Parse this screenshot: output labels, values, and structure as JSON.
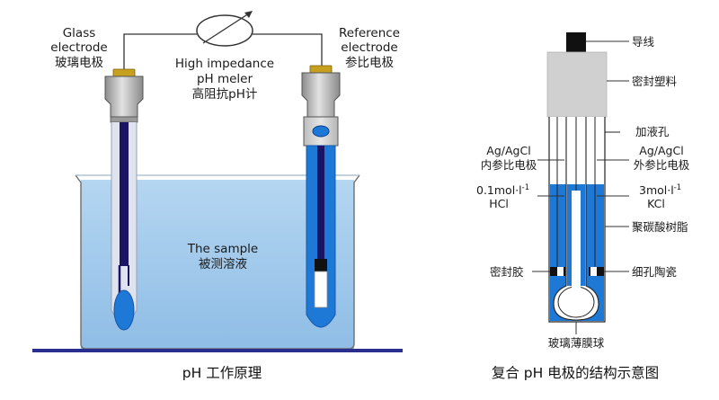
{
  "left": {
    "glass_label_en_1": "Glass",
    "glass_label_en_2": "electrode",
    "glass_label_zh": "玻璃电极",
    "meter_label_en_1": "High impedance",
    "meter_label_en_2": "pH meler",
    "meter_label_zh": "高阻抗pH计",
    "ref_label_en_1": "Reference",
    "ref_label_en_2": "electrode",
    "ref_label_zh": "参比电极",
    "sample_label_en": "The sample",
    "sample_label_zh": "被测溶液",
    "caption": "pH 工作原理"
  },
  "right": {
    "lead": "导线",
    "seal_plastic": "密封塑料",
    "fill_hole": "加液孔",
    "inner_ref_1": "Ag/AgCl",
    "inner_ref_2": "内参比电极",
    "outer_ref_1": "Ag/AgCl",
    "outer_ref_2": "外参比电极",
    "hcl_conc": "0.1mol·l",
    "hcl_exp": "-1",
    "hcl": "HCl",
    "kcl_conc": "3mol·l",
    "kcl_exp": "-1",
    "kcl": "KCl",
    "polycarbonate": "聚碳酸树脂",
    "sealant": "密封胶",
    "ceramic": "细孔陶瓷",
    "glass_bulb": "玻璃薄膜球",
    "caption": "复合 pH 电极的结构示意图"
  },
  "colors": {
    "solution": "#a9cdec",
    "blue_fill": "#1e78d6",
    "dark_rod": "#1b1464",
    "cap_gold": "#c8a020",
    "base_line": "#2a2f8f"
  }
}
